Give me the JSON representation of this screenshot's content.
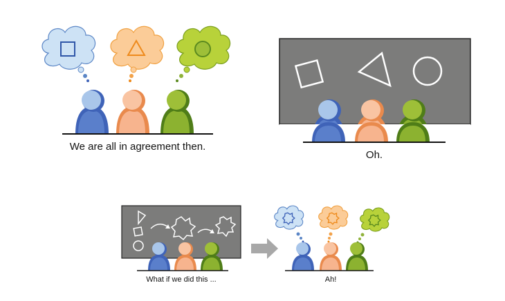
{
  "panels": {
    "agreement": {
      "caption": "We are all in agreement then."
    },
    "board": {
      "caption": "Oh."
    },
    "proposal": {
      "caption": "What if we did this ..."
    },
    "consensus": {
      "caption": "Ah!"
    }
  },
  "colors": {
    "blue_head": "#a9c6ea",
    "blue_body": "#3f63b8",
    "orange_head": "#f7b48e",
    "orange_body": "#f09a63",
    "green_head": "#9ebf38",
    "green_body": "#5b8a1f",
    "blue_cloud": "#cde2f5",
    "orange_cloud": "#fbcc98",
    "green_cloud": "#b8d23a",
    "board": "#7c7c7b",
    "arrow": "#a8a8a8"
  },
  "icons": [
    "square-icon",
    "triangle-icon",
    "circle-icon",
    "gear-icon",
    "arrow-icon"
  ]
}
